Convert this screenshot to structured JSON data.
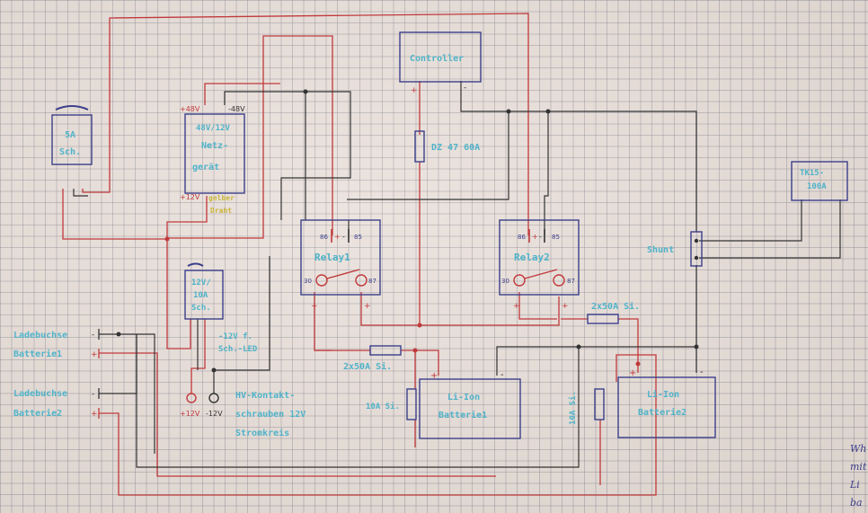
{
  "diagram": {
    "title": "Wiring diagram – dual Li-Ion battery system",
    "colors": {
      "positive_wire": "#c0393b",
      "negative_wire": "#333333",
      "component_outline": "#3b3f8a",
      "label_text": "#4fb3c9",
      "yellow_note": "#c9b43a",
      "paper": "#e9dfd9"
    },
    "components": {
      "switch_5a": {
        "line1": "5A",
        "line2": "Sch."
      },
      "power_supply": {
        "line1": "48V/12V",
        "line2": "Netz-",
        "line3": "gerät",
        "plus_in": "+48V",
        "minus_in": "-48V",
        "plus_out": "+12V",
        "note_line1": "gelber",
        "note_line2": "Draht"
      },
      "controller": {
        "label": "Controller",
        "plus": "+",
        "minus": "-"
      },
      "fuse_main": {
        "label": "DZ 47 60A"
      },
      "relay1": {
        "label": "Relay1",
        "pin86": "86",
        "pin85": "85",
        "pin30": "30",
        "pin87": "87",
        "plus": "+",
        "minus": "-"
      },
      "relay2": {
        "label": "Relay2",
        "pin86": "86",
        "pin85": "85",
        "pin30": "30",
        "pin87": "87",
        "plus": "+",
        "minus": "-"
      },
      "tk15": {
        "line1": "TK15-",
        "line2": "100A"
      },
      "shunt": {
        "label": "Shunt"
      },
      "switch_12v": {
        "line1": "12V/",
        "line2": "10A",
        "line3": "Sch."
      },
      "led_note": {
        "line1": "-12V f.",
        "line2": "Sch.-LED"
      },
      "terminals": {
        "plus": "+12V",
        "minus": "-12V"
      },
      "terminal_note": {
        "line1": "HV-Kontakt-",
        "line2": "schrauben 12V",
        "line3": "Stromkreis"
      },
      "fuse_2x50a_1": {
        "label": "2x50A Si."
      },
      "fuse_2x50a_2": {
        "label": "2x50A Si."
      },
      "fuse_10a_1": {
        "label": "10A Si."
      },
      "fuse_10a_2": {
        "label": "10A Si."
      },
      "battery1": {
        "line1": "Li-Ion",
        "line2": "Batterie1",
        "plus": "+",
        "minus": "-"
      },
      "battery2": {
        "line1": "Li-Ion",
        "line2": "Batterie2",
        "plus": "+",
        "minus": "-"
      },
      "charge_socket1": {
        "line1": "Ladebuchse",
        "line2": "Batterie1",
        "minus": "-",
        "plus": "+"
      },
      "charge_socket2": {
        "line1": "Ladebuchse",
        "line2": "Batterie2",
        "minus": "-",
        "plus": "+"
      }
    },
    "margin_note": [
      "Wh",
      "mit",
      "Li",
      "ba"
    ]
  }
}
